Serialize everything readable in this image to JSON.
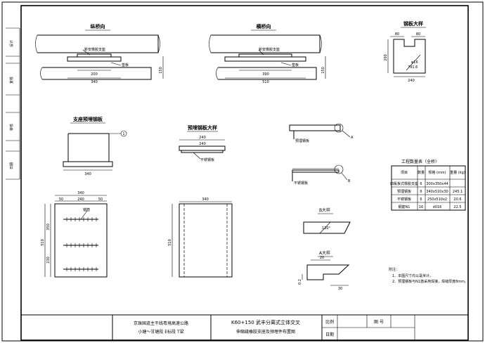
{
  "views": {
    "longitudinal": {
      "title": "纵桥向",
      "bearing_label": "新安橡胶支座",
      "plate_label": "垫板",
      "dim_inner": "200",
      "dim_outer": "340",
      "side_dim": "150"
    },
    "transverse": {
      "title": "横桥向",
      "bearing_label": "新安橡胶支座",
      "plate_label": "垫板",
      "dim_inner": "390",
      "dim_outer": "510",
      "side_dim": "150"
    },
    "steel_plate_detail": {
      "title": "钢板大样",
      "dim_top_left": "80",
      "dim_top_right": "80",
      "dim_height": "200",
      "dim_bottom": "240",
      "hole_label": "φ16",
      "hole_label2": "791.6"
    },
    "support_embedded_plate": {
      "title": "支座预埋钢板",
      "callout": "1",
      "dim_width": "340"
    },
    "embedded_plate_detail": {
      "title": "预埋钢板大样",
      "dim_top": "240",
      "dim_inner": "240",
      "note": "不锈钢板"
    },
    "section_views": {
      "plate_label_a": "预埋钢板",
      "letter_a": "A",
      "plate_label_b": "不锈钢板",
      "letter_b": "B"
    },
    "plan_left": {
      "dim_top": "340",
      "dim_sub1": "50",
      "dim_sub2": "240",
      "dim_sub3": "50",
      "dim_left": "510",
      "dim_l1": "350",
      "dim_l2": "230",
      "anchor_label": "锚筋"
    },
    "plan_right": {
      "dim_top": "340",
      "dim_left": "510"
    },
    "detail_b": {
      "title": "B大样",
      "angle": "130°"
    },
    "detail_a": {
      "title": "A大样",
      "dim_h": "20",
      "dim_v": "0.2",
      "dim_w": "30"
    }
  },
  "quantity_table": {
    "title": "工程数量表（全桥）",
    "headers": [
      "项目",
      "数量",
      "规格\n(mm)",
      "重量\n(kg)"
    ],
    "rows": [
      [
        "四氟板式橡胶支座",
        "6",
        "300x350x44",
        ""
      ],
      [
        "预埋钢板",
        "6",
        "340x510x30",
        "245.1"
      ],
      [
        "不锈钢板",
        "6",
        "250x510x2",
        "20.6"
      ],
      [
        "钢筋N1",
        "16",
        "d016",
        "22.5"
      ]
    ]
  },
  "notes": [
    "附注：",
    "1、本图尺寸均以毫米计。",
    "2、预埋钢板与N1筋采用焊接，焊缝厚度8mm。"
  ],
  "title_block": {
    "project_line1": "京珠国道主干线粤境高速公路",
    "project_line2": "小塘～甘塘段 E标段 T梁",
    "drawing_title_line1": "K60+150  武丰分离式立体交叉",
    "drawing_title_line2": "伸缩缝橡胶支座及预埋件布置图",
    "scale_label": "比例",
    "drawing_no_label": "图 号",
    "date_label": "日期"
  },
  "side_stamps": [
    "设计",
    "复核",
    "审核",
    "日期"
  ]
}
